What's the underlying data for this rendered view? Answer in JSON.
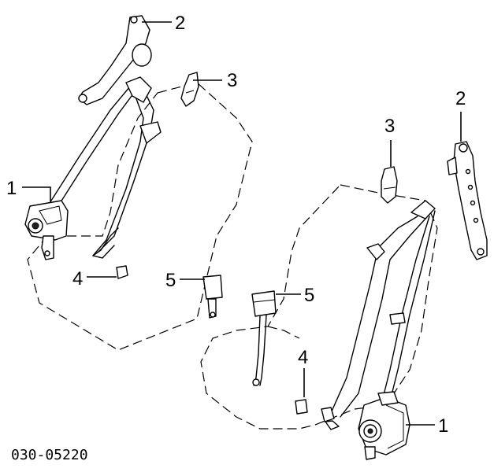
{
  "callouts": {
    "left_2": "2",
    "left_3": "3",
    "left_1": "1",
    "left_4": "4",
    "left_5": "5",
    "right_3": "3",
    "right_2": "2",
    "right_5": "5",
    "right_4": "4",
    "right_1": "1"
  },
  "diagram_code": "030-05220"
}
